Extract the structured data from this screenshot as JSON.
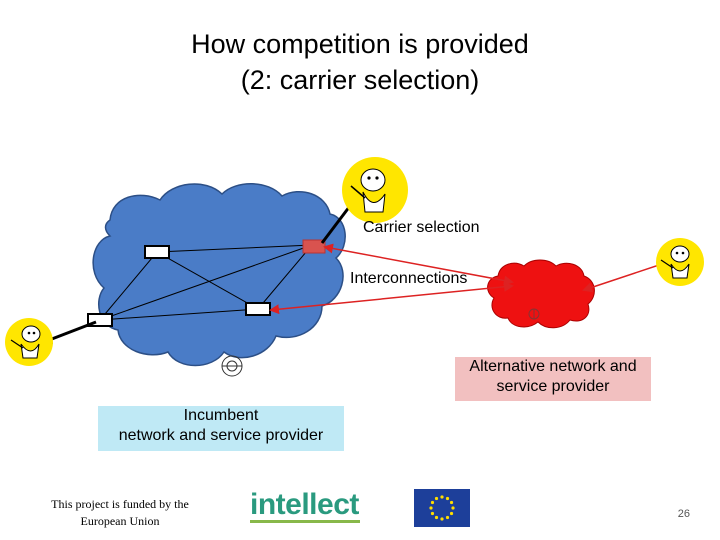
{
  "title": {
    "line1": "How competition is provided",
    "line2": "(2: carrier selection)"
  },
  "labels": {
    "carrier_selection": "Carrier selection",
    "interconnections": "Interconnections",
    "alternative_line1": "Alternative network and",
    "alternative_line2": "service provider",
    "incumbent_line1": "Incumbent",
    "incumbent_line2": "network and service provider"
  },
  "footer": {
    "funding_line1": "This project is funded by the",
    "funding_line2": "European Union",
    "logo_text": "intellect",
    "page_number": "26"
  },
  "colors": {
    "incumbent_cloud": "#4a7cc7",
    "alternative_cloud": "#ee1111",
    "arrow_red": "#dd2222",
    "person_yellow": "#ffe600",
    "eu_blue": "#1d3f9a",
    "eu_star": "#ffdd00"
  },
  "icons": [
    "person-icon",
    "switch-icon",
    "antenna-icon",
    "eu-flag-icon"
  ]
}
